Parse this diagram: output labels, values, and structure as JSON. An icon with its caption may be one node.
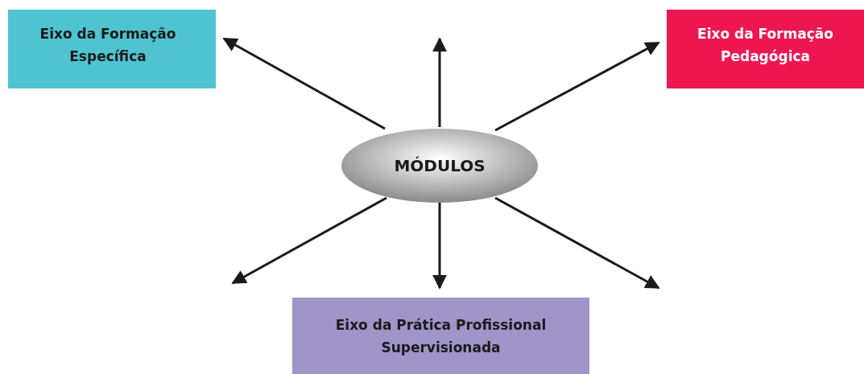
{
  "diagram": {
    "nodes": [
      {
        "text": [
          "Eixo da Formação Específica"
        ]
      },
      {
        "text": [
          "Eixo da Formação Pedagógica"
        ]
      },
      {
        "text": [
          "MÓDULOS"
        ]
      },
      {
        "text": [
          "Eixo da Prática Profissional Supervisionada"
        ]
      }
    ],
    "edges": [
      {
        "from": 2,
        "to": 0,
        "arrow": "to"
      },
      {
        "from": 2,
        "to": null,
        "arrow": "to"
      },
      {
        "from": 2,
        "to": 1,
        "arrow": "to"
      },
      {
        "from": 2,
        "to": null,
        "arrow": "to"
      },
      {
        "from": 2,
        "to": 3,
        "arrow": "to"
      },
      {
        "from": 2,
        "to": null,
        "arrow": "to"
      }
    ]
  }
}
